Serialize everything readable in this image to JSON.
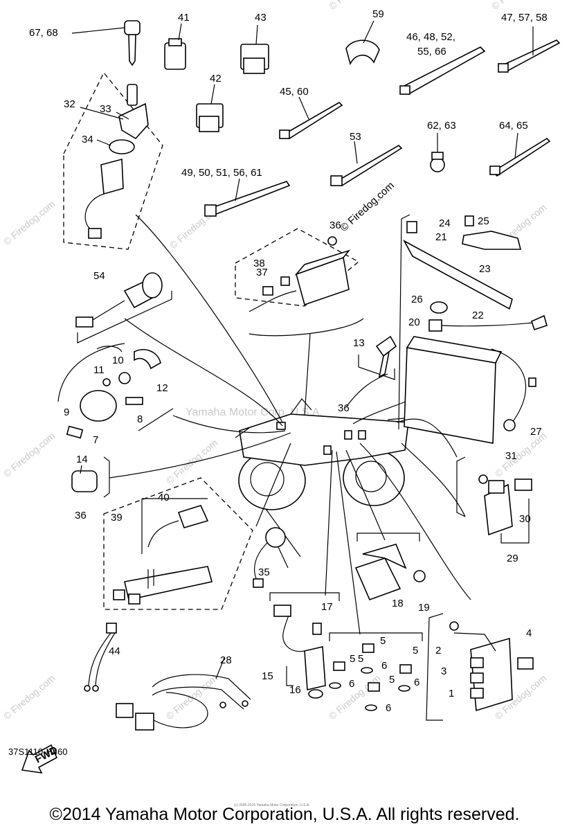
{
  "diagram": {
    "callouts": [
      "67, 68",
      "41",
      "43",
      "59",
      "46, 48, 52,",
      "55, 66",
      "47, 57, 58",
      "42",
      "45, 60",
      "62, 63",
      "64, 65",
      "53",
      "32",
      "33",
      "34",
      "49, 50, 51, 56, 61",
      "36",
      "24",
      "25",
      "21",
      "23",
      "37",
      "38",
      "54",
      "26",
      "22",
      "20",
      "13",
      "11",
      "10",
      "12",
      "9",
      "8",
      "7",
      "36",
      "31",
      "27",
      "14",
      "40",
      "36",
      "39",
      "30",
      "29",
      "35",
      "18",
      "19",
      "17",
      "5",
      "5",
      "5",
      "5",
      "5",
      "6",
      "6",
      "6",
      "6",
      "2",
      "4",
      "3",
      "1",
      "15",
      "16",
      "44",
      "28"
    ],
    "watermark": "Yamaha Motor Corp, U.S.A.",
    "site_watermark": "© Firedog.com",
    "fwd_label": "FWD"
  },
  "footer": {
    "ref_code": "37S1110-H460",
    "copyright": "©2014 Yamaha Motor Corporation, U.S.A. All rights reserved.",
    "small_copyright": "(c) 2005-2015 Yamaha Motor Corporation, U.S.A."
  }
}
